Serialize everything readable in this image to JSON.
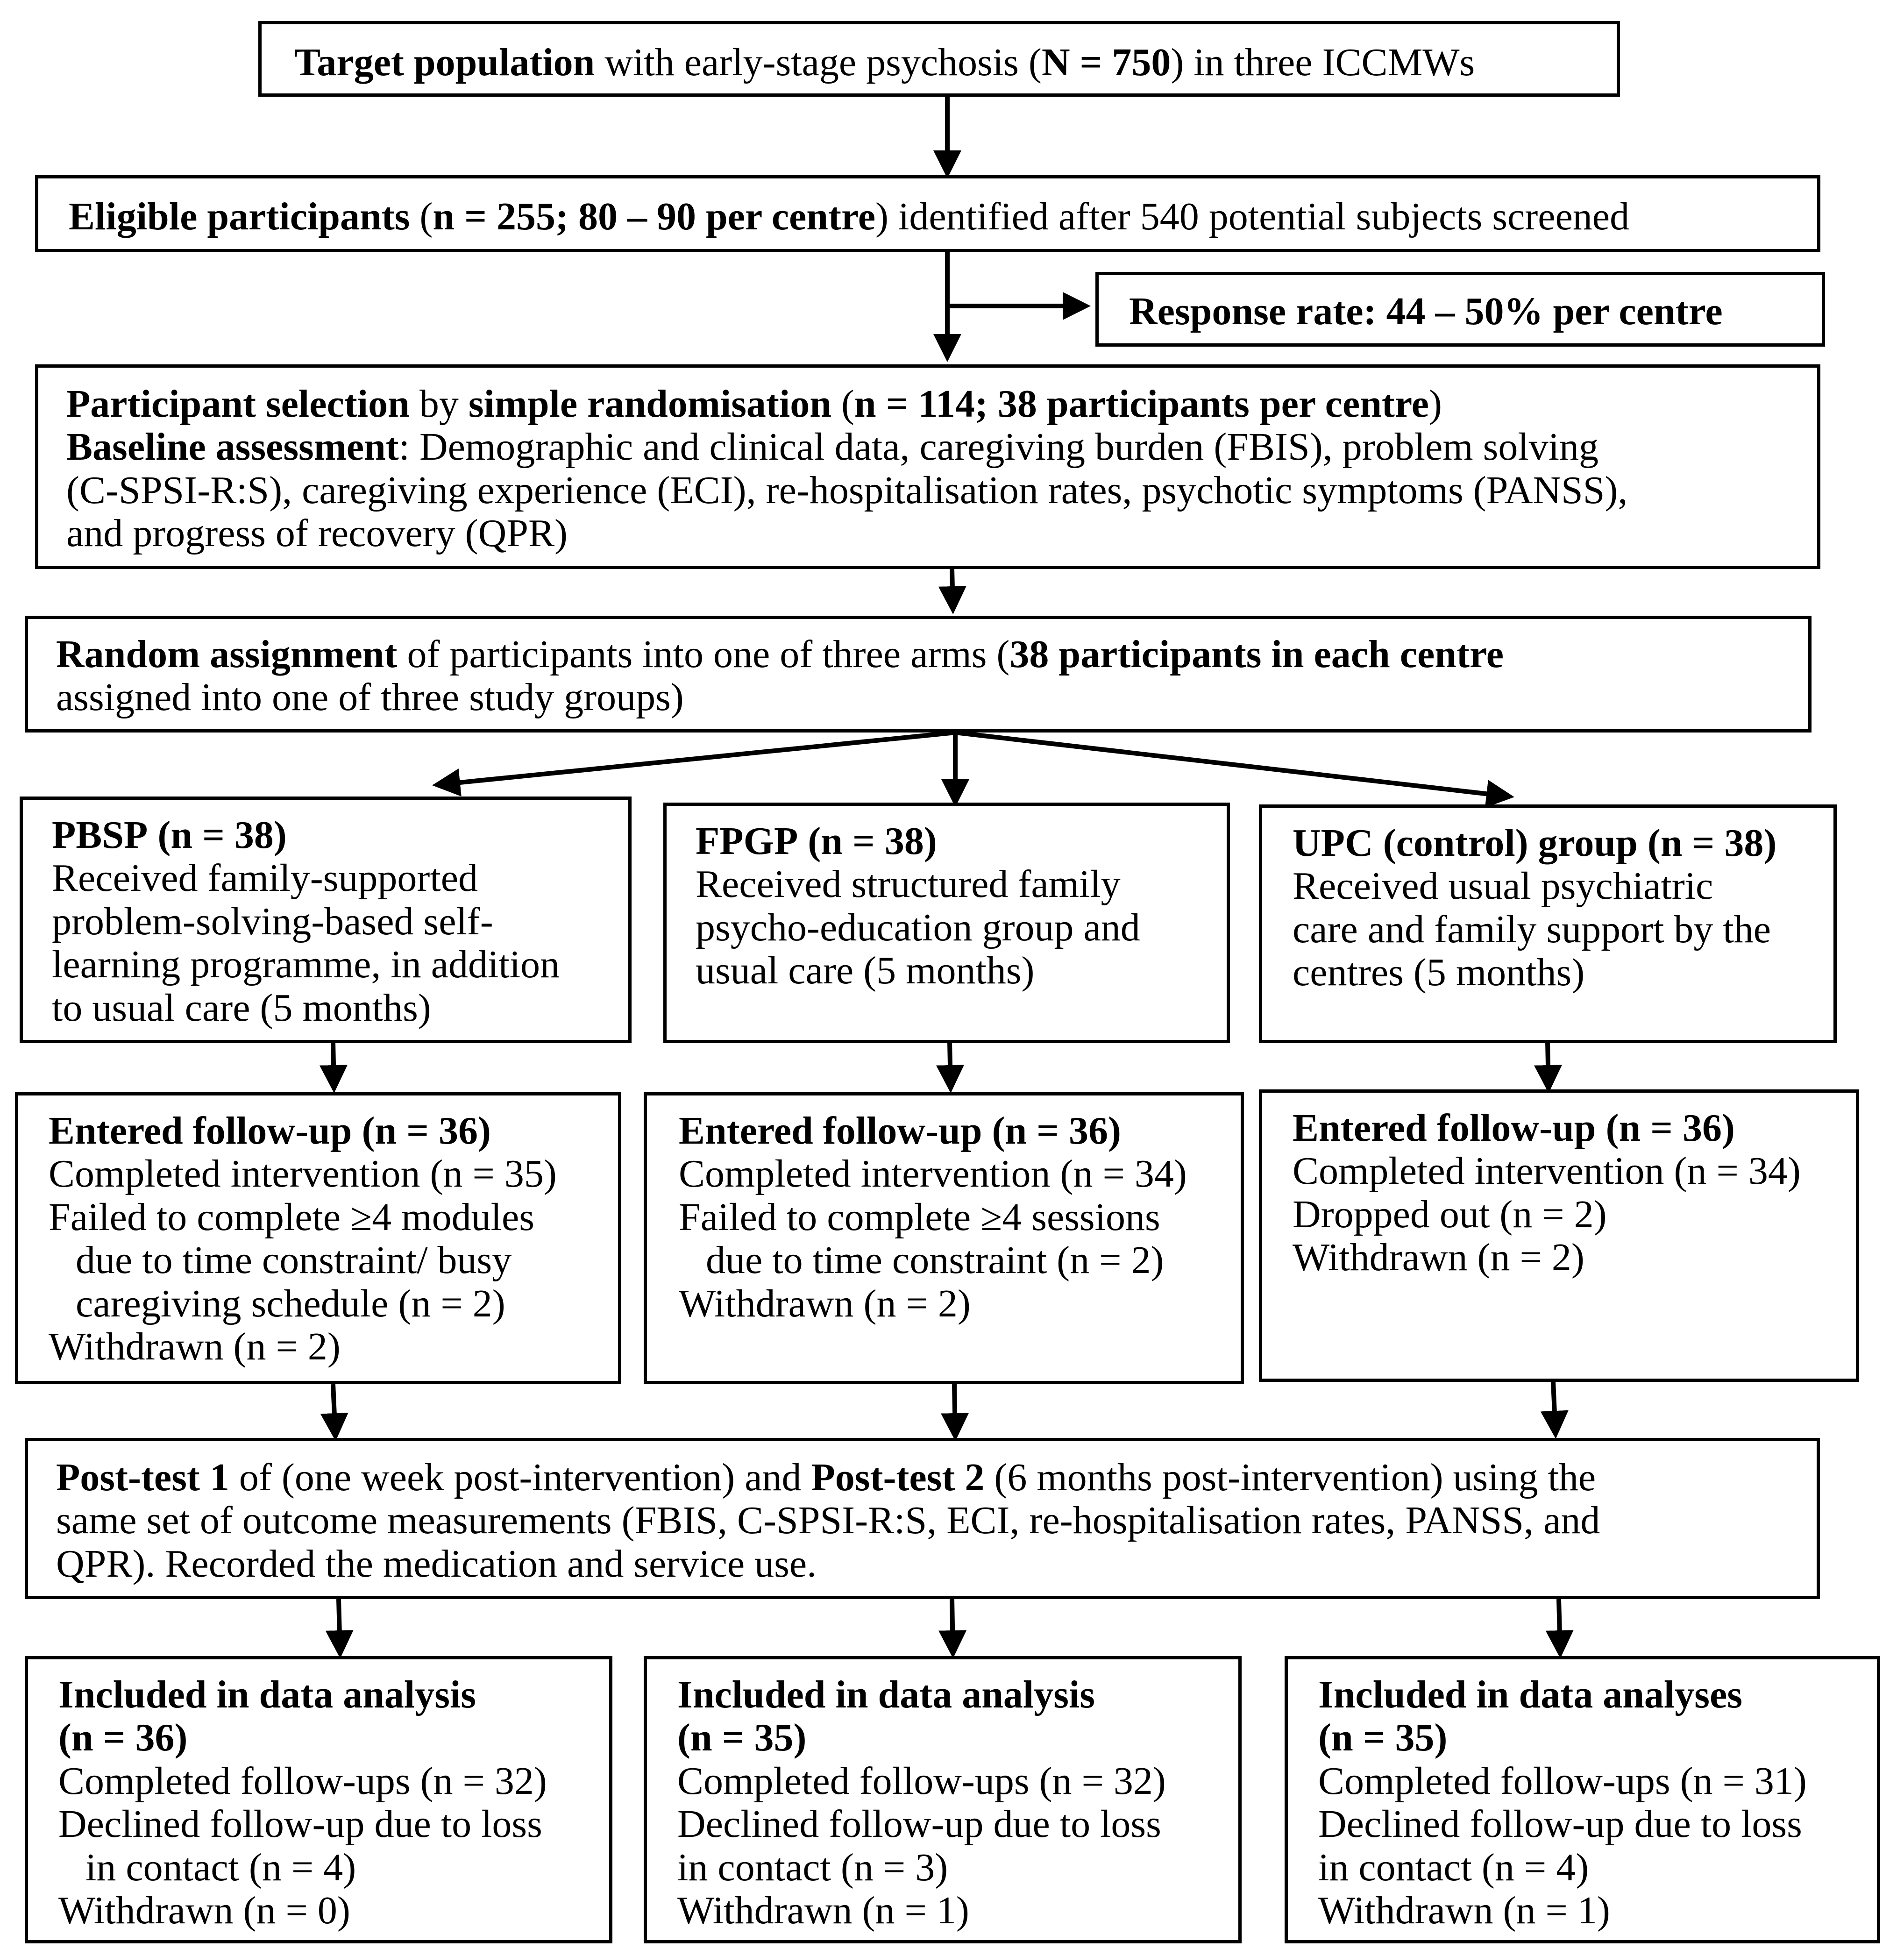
{
  "target": {
    "bold1": "Target population",
    "text1": " with early-stage psychosis (",
    "bold2": "N = 750",
    "text2": ") in three ICCMWs"
  },
  "eligible": {
    "bold1": "Eligible participants",
    "text1": " (",
    "bold2": "n = 255; 80 – 90 per centre",
    "text2": ") identified after 540 potential subjects screened"
  },
  "response": {
    "text": "Response rate: 44 – 50% per centre"
  },
  "selection": {
    "bold1": "Participant selection",
    "text1": " by ",
    "bold2": "simple randomisation",
    "text2": " (",
    "bold3": "n = 114; 38 participants per centre",
    "text3": ")",
    "baseline_bold": "Baseline assessment",
    "baseline_l1": ": Demographic and clinical data, caregiving burden (FBIS), problem solving",
    "baseline_l2": "(C-SPSI-R:S), caregiving experience (ECI), re-hospitalisation rates, psychotic symptoms (PANSS),",
    "baseline_l3": "and progress of recovery (QPR)"
  },
  "assignment": {
    "bold1": "Random assignment",
    "text1": " of participants into one of three arms (",
    "bold2": "38 participants in each centre",
    "line2": "assigned into one of three study groups)"
  },
  "groups": [
    {
      "title": "PBSP",
      "n": "(n = 38)",
      "lines": [
        "Received family-supported",
        "problem-solving-based self-",
        "learning programme, in addition",
        "to usual care (5 months)"
      ]
    },
    {
      "title": "FPGP",
      "n": "(n = 38)",
      "lines": [
        "Received structured family",
        "psycho-education group and",
        "usual care (5 months)"
      ]
    },
    {
      "title": "UPC (control) group",
      "n": "(n = 38)",
      "lines": [
        "Received usual psychiatric",
        "care and family support by the",
        "centres (5 months)"
      ]
    }
  ],
  "followup": [
    {
      "title": "Entered follow-up (n = 36)",
      "lines": [
        "Completed intervention (n = 35)",
        "Failed to complete ≥4 modules",
        "due to time constraint/ busy",
        "caregiving schedule (n = 2)",
        "Withdrawn (n = 2)"
      ]
    },
    {
      "title": "Entered follow-up (n = 36)",
      "lines": [
        "Completed intervention (n = 34)",
        "Failed to complete ≥4 sessions",
        "due to time constraint (n = 2)",
        "Withdrawn (n = 2)"
      ]
    },
    {
      "title": "Entered follow-up (n = 36)",
      "lines": [
        "Completed intervention (n = 34)",
        "Dropped out (n = 2)",
        "Withdrawn (n = 2)"
      ]
    }
  ],
  "posttest": {
    "bold1": "Post-test 1",
    "text1": " of (one week post-intervention) and ",
    "bold2": "Post-test 2",
    "text2": " (6 months post-intervention) using the",
    "line2": "same set of outcome measurements (FBIS, C-SPSI-R:S, ECI, re-hospitalisation rates, PANSS, and",
    "line3": "QPR). Recorded the medication and service use."
  },
  "analysis": [
    {
      "title1": "Included in data analysis",
      "title2": "(n = 36)",
      "lines": [
        "Completed follow-ups (n = 32)",
        "Declined follow-up due to loss",
        "in contact (n = 4)",
        "Withdrawn (n = 0)"
      ]
    },
    {
      "title1": "Included in data analysis",
      "title2": "(n = 35)",
      "lines": [
        "Completed follow-ups (n = 32)",
        "Declined follow-up due to loss",
        "in contact (n = 3)",
        "Withdrawn (n = 1)"
      ]
    },
    {
      "title1": "Included in data analyses",
      "title2": "(n = 35)",
      "lines": [
        "Completed follow-ups (n = 31)",
        "Declined follow-up due to loss",
        "in contact (n = 4)",
        "Withdrawn (n = 1)"
      ]
    }
  ]
}
